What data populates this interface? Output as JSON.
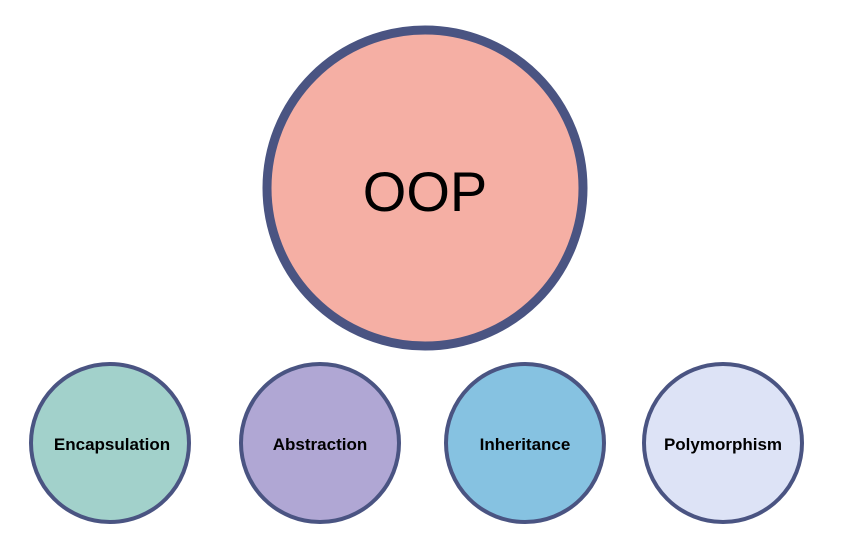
{
  "main_concept": {
    "label": "OOP",
    "fill": "#F5AFA4",
    "stroke": "#4A5482"
  },
  "pillars": [
    {
      "label": "Encapsulation",
      "fill": "#A2D1CB",
      "stroke": "#4A5482"
    },
    {
      "label": "Abstraction",
      "fill": "#B0A7D4",
      "stroke": "#4A5482"
    },
    {
      "label": "Inheritance",
      "fill": "#86C2E1",
      "stroke": "#4A5482"
    },
    {
      "label": "Polymorphism",
      "fill": "#DDE3F6",
      "stroke": "#4A5482"
    }
  ]
}
